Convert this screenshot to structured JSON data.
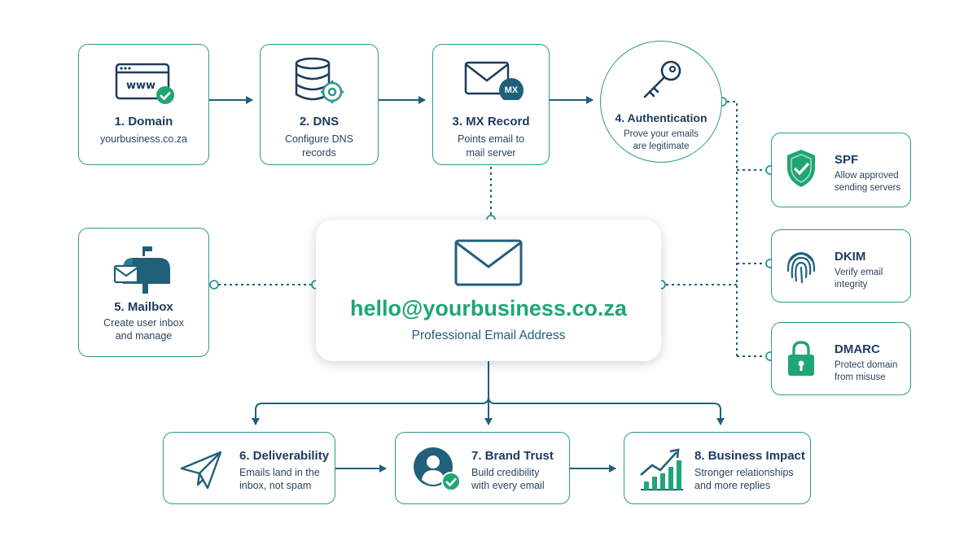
{
  "colors": {
    "navy": "#1e3a5f",
    "teal": "#2a9a8a",
    "green": "#1fa672",
    "line": "#21607a"
  },
  "steps": {
    "domain": {
      "title": "1. Domain",
      "sub": "yourbusiness.co.za",
      "icon": "www-icon"
    },
    "dns": {
      "title": "2. DNS",
      "sub1": "Configure DNS",
      "sub2": "records",
      "icon": "database-gear-icon"
    },
    "mx": {
      "title": "3. MX Record",
      "sub1": "Points email to",
      "sub2": "mail server",
      "badge": "MX",
      "icon": "envelope-mx-icon"
    },
    "auth": {
      "title": "4. Authentication",
      "sub1": "Prove your emails",
      "sub2": "are legitimate",
      "icon": "key-icon"
    },
    "mailbox": {
      "title": "5. Mailbox",
      "sub1": "Create user inbox",
      "sub2": "and manage",
      "icon": "mailbox-icon"
    }
  },
  "auth_methods": [
    {
      "title": "SPF",
      "sub1": "Allow approved",
      "sub2": "sending servers",
      "icon": "shield-check-icon"
    },
    {
      "title": "DKIM",
      "sub1": "Verify email",
      "sub2": "integrity",
      "icon": "fingerprint-icon"
    },
    {
      "title": "DMARC",
      "sub1": "Protect domain",
      "sub2": "from misuse",
      "icon": "lock-icon"
    }
  ],
  "center": {
    "email": "hello@yourbusiness.co.za",
    "caption": "Professional Email Address",
    "icon": "envelope-icon"
  },
  "outcomes": [
    {
      "title": "6. Deliverability",
      "sub1": "Emails land in the",
      "sub2": "inbox, not spam",
      "icon": "paper-plane-icon"
    },
    {
      "title": "7. Brand Trust",
      "sub1": "Build credibility",
      "sub2": "with every email",
      "icon": "user-check-icon"
    },
    {
      "title": "8. Business Impact",
      "sub1": "Stronger relationships",
      "sub2": "and more replies",
      "icon": "growth-chart-icon"
    }
  ]
}
